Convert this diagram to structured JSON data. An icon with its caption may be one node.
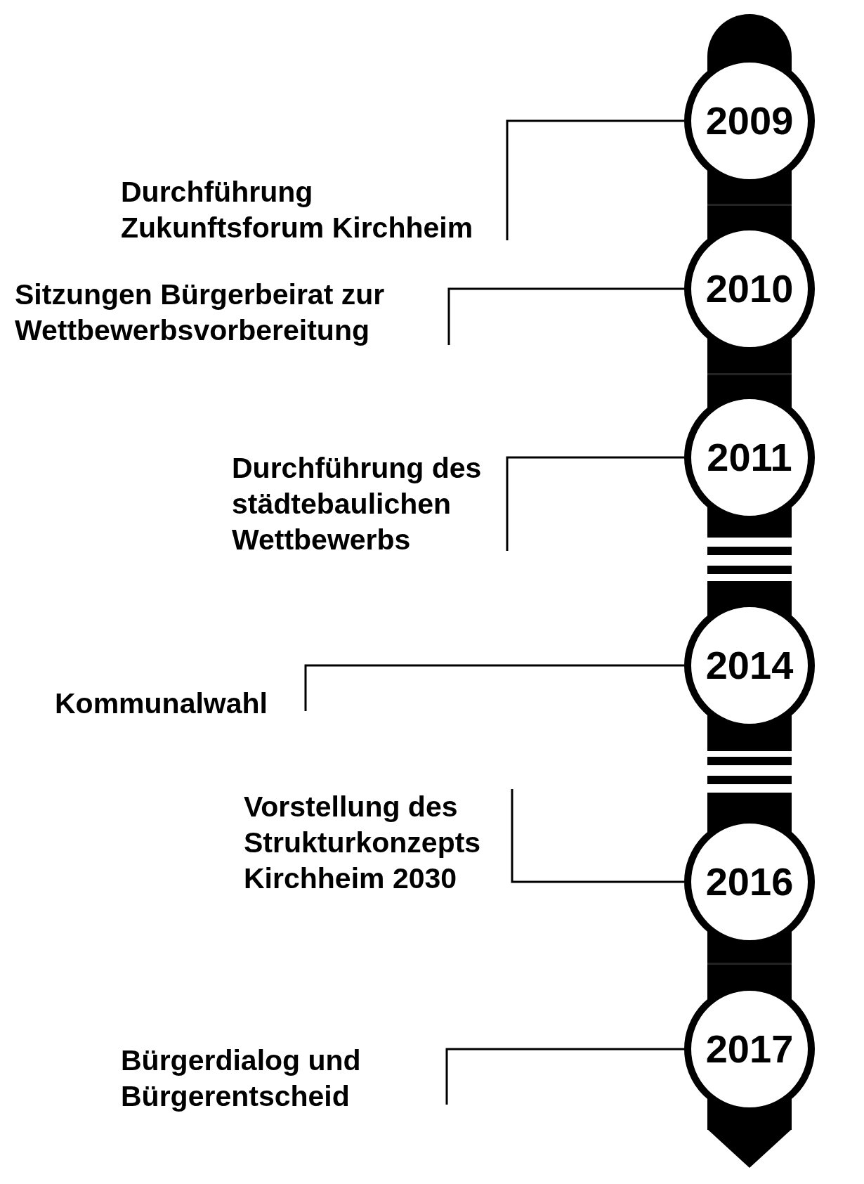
{
  "diagram": {
    "nodes": [
      {
        "text": [
          "2009"
        ]
      },
      {
        "text": [
          "Durchführung Zukunftsforum Kirchheim"
        ]
      },
      {
        "text": [
          "2010"
        ]
      },
      {
        "text": [
          "Sitzungen Bürgerbeirat zur Wettbewerbsvorbereitung"
        ]
      },
      {
        "text": [
          "2011"
        ]
      },
      {
        "text": [
          "Durchführung des städtebaulichen Wettbewerbs"
        ]
      },
      {
        "text": [
          "2014"
        ]
      },
      {
        "text": [
          "Kommunalwahl"
        ]
      },
      {
        "text": [
          "2016"
        ]
      },
      {
        "text": [
          "Vorstellung des Strukturkonzepts Kirchheim 2030"
        ]
      },
      {
        "text": [
          "2017"
        ]
      },
      {
        "text": [
          "Bürgerdialog und Bürgerentscheid"
        ]
      }
    ],
    "edges": [
      {
        "from": 1,
        "to": 0,
        "arrow": "none"
      },
      {
        "from": 3,
        "to": 2,
        "arrow": "none"
      },
      {
        "from": 5,
        "to": 4,
        "arrow": "none"
      },
      {
        "from": 7,
        "to": 6,
        "arrow": "none"
      },
      {
        "from": 9,
        "to": 8,
        "arrow": "none"
      },
      {
        "from": 11,
        "to": 10,
        "arrow": "none"
      }
    ]
  }
}
